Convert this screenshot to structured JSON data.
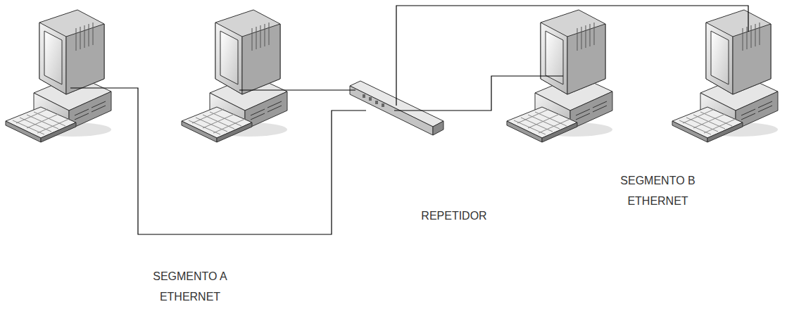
{
  "diagram": {
    "labels": [
      "SEGMENTO A ETHERNET",
      "REPETIDOR",
      "SEGMENTO B ETHERNET"
    ]
  }
}
